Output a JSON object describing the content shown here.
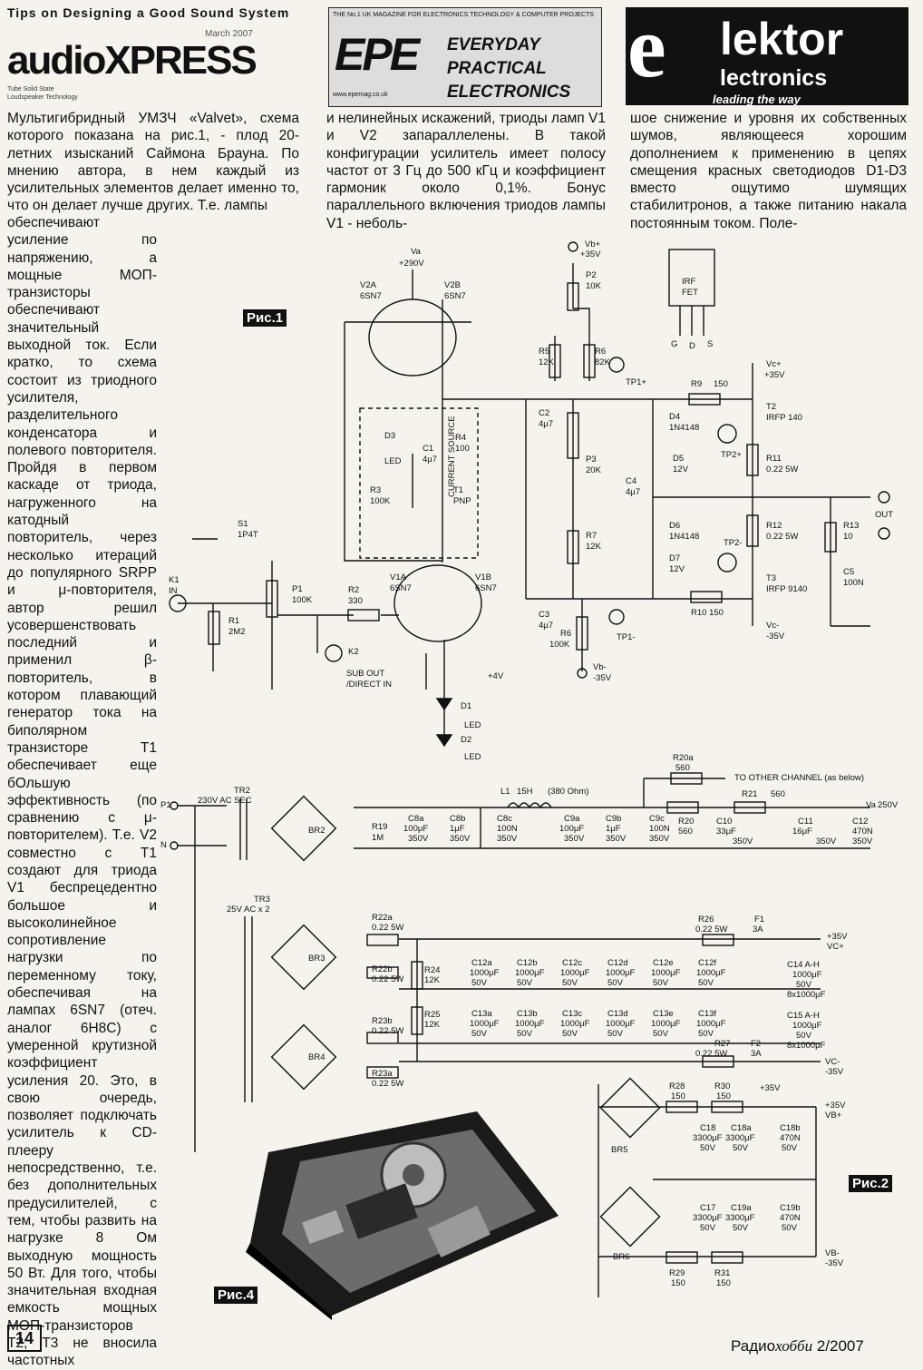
{
  "header": {
    "running_head": "Tips on Designing a Good Sound System",
    "audioxpress": {
      "name": "audioXPRESS",
      "date": "March 2007",
      "tagline1": "Tube Solid State",
      "tagline2": "Loudspeaker Technology"
    },
    "epe": {
      "mark": "EPE",
      "name_line1": "EVERYDAY PRACTICAL",
      "name_line2": "ELECTRONICS",
      "top_line": "THE No.1 UK MAGAZINE FOR ELECTRONICS TECHNOLOGY & COMPUTER PROJECTS",
      "url": "www.epemag.co.uk"
    },
    "elektor": {
      "e": "e",
      "lektor": "lektor",
      "lectronics": "lectronics",
      "slogan": "leading the way"
    }
  },
  "article": {
    "col1_top": [
      "Мультигибридный УМЗЧ «Valvet», схема которого показана на рис.1, - плод 20-летних изысканий Саймона Брауна. По мнению автора, в нем каждый из усилительных элементов делает именно то, что он делает лучше других. Т.е. лампы"
    ],
    "col1_narrow": "обеспечивают усиление по напряжению, а мощные МОП-транзисторы обеспечивают значительный выходной ток. Если кратко, то схема состоит из триодного усилителя, разделительного конденсатора и полевого повторителя. Пройдя в первом каскаде от триода, нагруженного на катодный повторитель, через несколько итераций до популярного SRPP и μ-повторителя, автор решил усовершенствовать последний и применил β-повторитель, в котором плавающий генератор тока на биполярном транзисторе Т1 обеспечивает еще бОльшую эффективность (по сравнению с μ-повторителем). Т.е. V2 совместно с Т1 создают для триода V1 беспрецедентно большое и высоколинейное сопротивление нагрузки по переменному току, обеспечивая на лампах 6SN7 (отеч. аналог 6Н8С) с умеренной крутизной коэффициент усиления 20. Это, в свою очередь, позволяет подключать усилитель к CD-плееру непосредственно, т.е. без дополнительных предусилителей, с тем, чтобы развить на нагрузке 8 Ом выходную мощность 50 Вт. Для того, чтобы значительная входная емкость мощных МОП-транзисторов Т2, Т3 не вносила частотных",
    "col2_top": "и нелинейных искажений, триоды ламп V1 и V2 запараллелены. В такой конфигурации усилитель имеет полосу частот от 3 Гц до 500 кГц и коэффициент гармоник около 0,1%. Бонус параллельного включения триодов лампы V1 - неболь-",
    "col3_top": "шое снижение и уровня их собственных шумов, являющееся хорошим дополнением к применению в цепях смещения красных светодиодов D1-D3 вместо ощутимо шумящих стабилитронов, а также питанию накала постоянным током. Поле-"
  },
  "figures": {
    "fig1_label": "Рис.1",
    "fig2_label": "Рис.2",
    "fig4_label": "Рис.4",
    "fig1_labels": {
      "va": "Va",
      "va_v": "+290V",
      "v2a": "V2A",
      "v2a_t": "6SN7",
      "v2b": "V2B",
      "v2b_t": "6SN7",
      "vbp": "Vb+",
      "vbp_v": "+35V",
      "p2": "P2",
      "p2_v": "10K",
      "r5": "R5",
      "r5_v": "12K",
      "r6": "R6",
      "r6_v": "82K",
      "irf": "IRF",
      "fet": "FET",
      "g": "G",
      "d": "D",
      "s": "S",
      "tp1p": "TP1+",
      "r9": "R9",
      "r9_v": "150",
      "vcp": "Vc+",
      "vcp_v": "+35V",
      "t2": "T2",
      "t2_t": "IRFP 140",
      "d4": "D4",
      "d4_t": "1N4148",
      "tp2p": "TP2+",
      "d5": "D5",
      "d5_v": "12V",
      "r11": "R11",
      "r11_v": "0.22 5W",
      "c2": "C2",
      "c2_v": "4μ7",
      "p3": "P3",
      "p3_v": "20K",
      "c4": "C4",
      "c4_v": "4μ7",
      "d3": "D3",
      "led": "LED",
      "c1": "C1",
      "c1_v": "4μ7",
      "r4": "R4",
      "r4_v": "100",
      "r3": "R3",
      "r3_v": "100K",
      "t1": "T1",
      "t1_t": "PNP",
      "cs": "CURRENT SOURCE",
      "out": "OUT",
      "d6": "D6",
      "d6_t": "1N4148",
      "r12": "R12",
      "r12_v": "0.22 5W",
      "r13": "R13",
      "r13_v": "10",
      "r7": "R7",
      "r7_v": "12K",
      "d7": "D7",
      "d7_v": "12V",
      "tp2m": "TP2-",
      "c5": "C5",
      "c5_v": "100N",
      "s1": "S1",
      "s1_t": "1P4T",
      "k1": "K1",
      "in": "IN",
      "p1": "P1",
      "p1_v": "100K",
      "r2": "R2",
      "r2_v": "330",
      "v1a": "V1A",
      "v1a_t": "6SN7",
      "v1b": "V1B",
      "v1b_t": "6SN7",
      "r1": "R1",
      "r1_v": "2M2",
      "c3": "C3",
      "c3_v": "4μ7",
      "tp1m": "TP1-",
      "r10": "R10 150",
      "t3": "T3",
      "t3_t": "IRFP 9140",
      "vcm": "Vc-",
      "vcm_v": "-35V",
      "r6b": "R6",
      "r6b_v": "100K",
      "vbm": "Vb-",
      "vbm_v": "-35V",
      "k2": "K2",
      "subout": "SUB OUT",
      "directin": "/DIRECT IN",
      "plus4v": "+4V",
      "d1": "D1",
      "d2": "D2"
    },
    "fig2_labels": {
      "p1": "P1",
      "n": "N",
      "tr2": "TR2",
      "tr2_t": "230V AC SEC",
      "br2": "BR2",
      "r19": "R19",
      "r19_v": "1M",
      "c8a": "C8a",
      "c8a_v": "100μF",
      "c8a_u": "350V",
      "c8b": "C8b",
      "c8b_v": "1μF",
      "c8c": "C8c",
      "c8c_v": "100N",
      "l1": "L1",
      "l1_v": "15H",
      "l1_r": "(380 Ohm)",
      "c9a": "C9a",
      "c9b": "C9b",
      "c9c": "C9c",
      "r20a": "R20a",
      "r20a_v": "560",
      "to_other": "TO OTHER CHANNEL (as below)",
      "r20": "R20",
      "r20_v": "560",
      "c10": "C10",
      "c10_v": "33μF",
      "r21": "R21",
      "r21_v": "560",
      "c11": "C11",
      "c11_v": "16μF",
      "c12": "C12",
      "c12_v": "470N",
      "va": "Va",
      "va_v": "250V",
      "tr3": "TR3",
      "tr3_t": "25V AC x 2",
      "r22a": "R22a",
      "r22_v": "0.22 5W",
      "br3": "BR3",
      "r22b": "R22b",
      "r24": "R24",
      "r24_v": "12K",
      "c12a": "C12a",
      "c12b": "C12b",
      "c12c": "C12c",
      "c12d": "C12d",
      "c12e": "C12e",
      "c12f": "C12f",
      "c_1000": "1000μF",
      "c_50": "50V",
      "r26": "R26",
      "r26_v": "0.22 5W",
      "f1": "F1",
      "f1_v": "3A",
      "plus35": "+35V",
      "vcp": "VC+",
      "c14": "C14 A-H",
      "c_8x": "8x1000μF",
      "r25": "R25",
      "r25_v": "12K",
      "c13a": "C13a",
      "c13b": "C13b",
      "c13c": "C13c",
      "c13d": "C13d",
      "c13e": "C13e",
      "c13f": "C13f",
      "c15": "C15 A-H",
      "r27": "R27",
      "r27_v": "0.22 5W",
      "f2": "F2",
      "f2_v": "3A",
      "vcm": "VC-",
      "minus35": "-35V",
      "br4": "BR4",
      "r23b": "R23b",
      "r23a": "R23a",
      "r23_v": "0.22 5W",
      "r28": "R28",
      "r28_v": "150",
      "r30": "R30",
      "r30_v": "150",
      "br5": "BR5",
      "c18": "C18",
      "c18a": "C18a",
      "c18b": "C18b",
      "c_3300": "3300μF",
      "c_470n": "470N",
      "vbp": "VB+",
      "br6": "BR6",
      "c17": "C17",
      "c19a": "C19a",
      "c19b": "C19b",
      "vbm": "VB-",
      "r29": "R29",
      "r29_v": "150",
      "r31": "R31",
      "r31_v": "150"
    }
  },
  "footer": {
    "page": "14",
    "mag_a": "Радио",
    "mag_b": "хобби",
    "mag_c": "2/2007"
  }
}
